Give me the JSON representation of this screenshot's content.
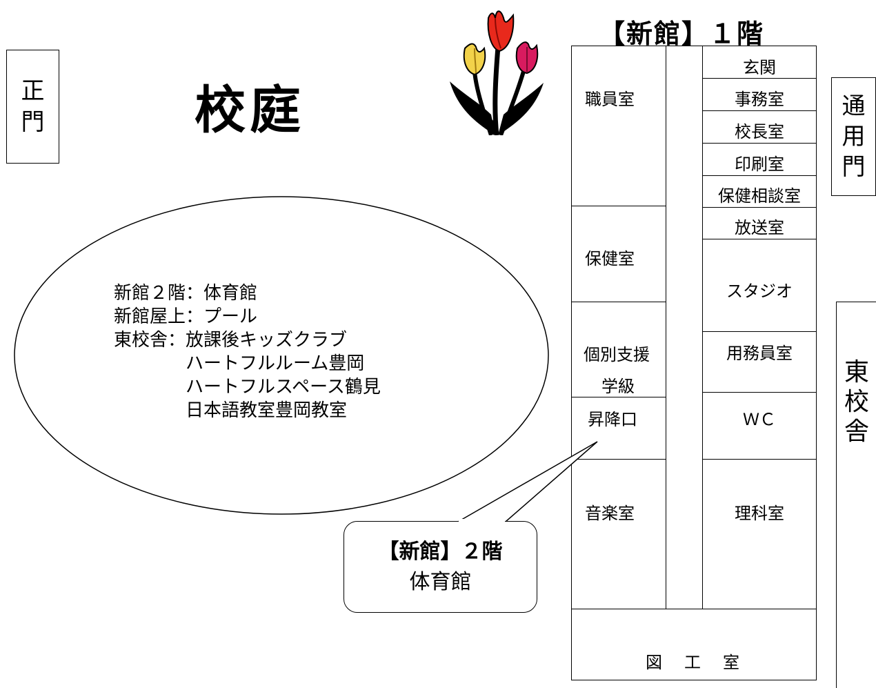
{
  "main_gate": {
    "chars": [
      "正",
      "門"
    ]
  },
  "courtyard_label": "校庭",
  "tulip_icon": "tulip-clipart",
  "building_title": "【新館】１階",
  "service_gate": {
    "chars": [
      "通",
      "用",
      "門"
    ]
  },
  "east_building": {
    "chars": [
      "東",
      "校",
      "舎"
    ]
  },
  "left_rooms": {
    "staff_room": "職員室",
    "health_room": "保健室",
    "special_support": [
      "個別支援",
      "学級"
    ],
    "entrance_hall": "昇降口",
    "music_room": "音楽室"
  },
  "right_rooms": {
    "entrance": "玄関",
    "office": "事務室",
    "principal": "校長室",
    "printing": "印刷室",
    "health_consult": "保健相談室",
    "broadcast": "放送室",
    "studio": "スタジオ",
    "custodian": "用務員室",
    "wc": "ＷＣ",
    "science": "理科室"
  },
  "art_room": "図　工　室",
  "info_ellipse": {
    "lines": [
      "新館２階：体育館",
      "新館屋上：プール",
      "東校舎：放課後キッズクラブ",
      "　　　　ハートフルルーム豊岡",
      "　　　　ハートフルスペース鶴見",
      "　　　　日本語教室豊岡教室"
    ]
  },
  "callout": {
    "title": "【新館】２階",
    "subtitle": "体育館"
  }
}
